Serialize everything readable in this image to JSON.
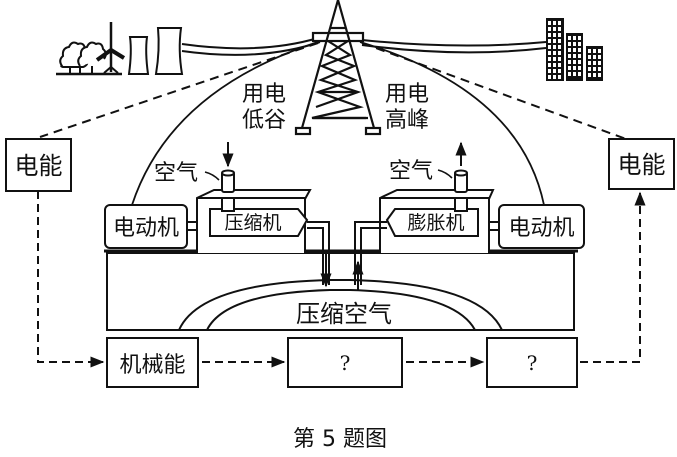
{
  "diagram": {
    "caption": "第 5 题图",
    "tower_labels": {
      "left_line1": "用电",
      "left_line2": "低谷",
      "right_line1": "用电",
      "right_line2": "高峰"
    },
    "air_in_label": "空气",
    "air_out_label": "空气",
    "compressor_label": "压缩机",
    "expander_label": "膨胀机",
    "motor_left_label": "电动机",
    "motor_right_label": "电动机",
    "storage_label": "压缩空气",
    "energy_left_label": "电能",
    "energy_right_label": "电能",
    "flow_boxes": [
      {
        "label": "机械能"
      },
      {
        "label": "?"
      },
      {
        "label": "?"
      }
    ]
  }
}
